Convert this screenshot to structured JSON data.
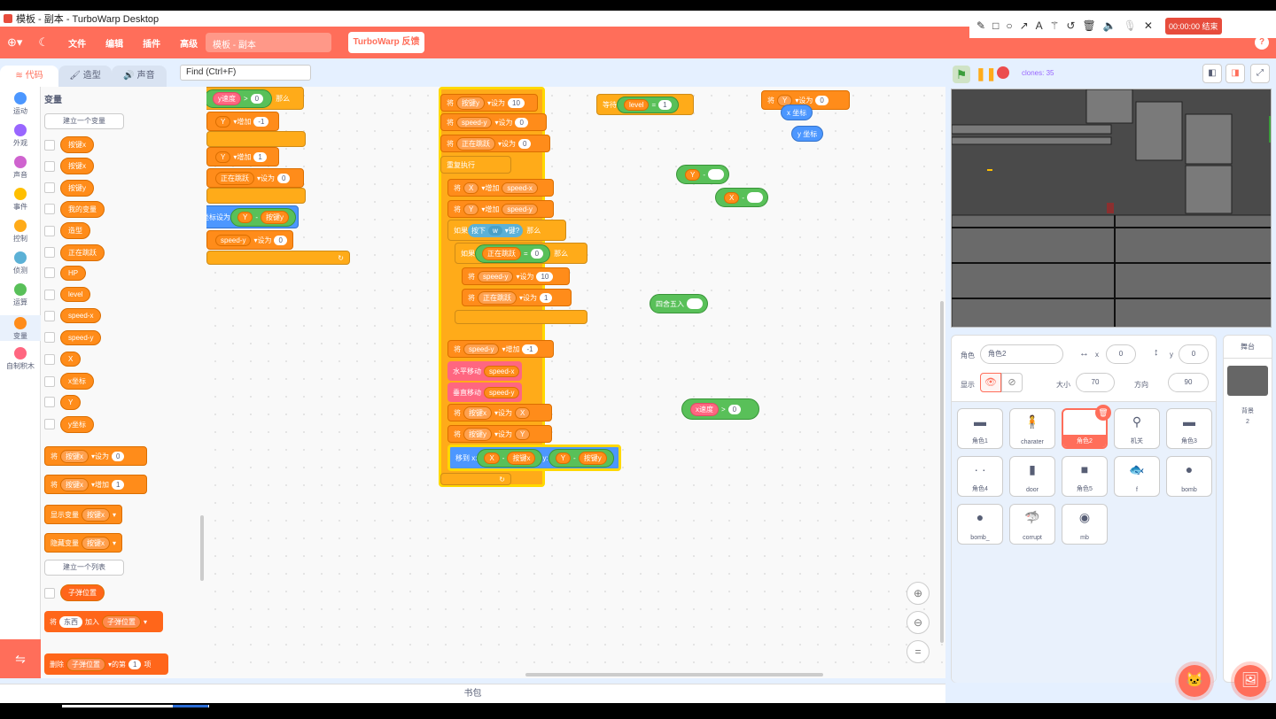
{
  "window": {
    "title": "模板 - 副本 - TurboWarp Desktop"
  },
  "menu": {
    "file": "文件",
    "edit": "编辑",
    "addons": "插件",
    "advanced": "高级",
    "project_title": "模板 - 副本",
    "feedback": "TurboWarp 反馈"
  },
  "recorder": {
    "timer": "00:00:00 结束"
  },
  "tabs": {
    "code": "代码",
    "costumes": "造型",
    "sounds": "声音"
  },
  "find": {
    "placeholder": "Find (Ctrl+F)"
  },
  "categories": [
    {
      "label": "运动",
      "color": "#4c97ff"
    },
    {
      "label": "外观",
      "color": "#9966ff"
    },
    {
      "label": "声音",
      "color": "#cf63cf"
    },
    {
      "label": "事件",
      "color": "#ffbf00"
    },
    {
      "label": "控制",
      "color": "#ffab19"
    },
    {
      "label": "侦测",
      "color": "#5cb1d6"
    },
    {
      "label": "运算",
      "color": "#59c059"
    },
    {
      "label": "变量",
      "color": "#ff8c1a"
    },
    {
      "label": "自制积木",
      "color": "#ff6680"
    }
  ],
  "palette": {
    "title": "变量",
    "make_var": "建立一个变量",
    "make_list": "建立一个列表",
    "vars": [
      "按键x",
      "按键x",
      "按键y",
      "我的变量",
      "造型",
      "正在跳跃",
      "HP",
      "level",
      "speed-x",
      "speed-y",
      "X",
      "x坐标",
      "Y",
      "y坐标"
    ],
    "set_block": {
      "prefix": "将",
      "var": "按键x",
      "mid": "设为",
      "val": "0"
    },
    "change_block": {
      "prefix": "将",
      "var": "按键x",
      "mid": "增加",
      "val": "1"
    },
    "show_block": {
      "label": "显示变量",
      "var": "按键x"
    },
    "hide_block": {
      "label": "隐藏变量",
      "var": "按键x"
    },
    "list": "子弹位置",
    "add_block": {
      "prefix": "将",
      "item": "东西",
      "mid": "加入",
      "list": "子弹位置"
    },
    "delete_block": {
      "prefix": "删除",
      "list": "子弹位置",
      "mid": "的第",
      "val": "1",
      "suffix": "项"
    }
  },
  "scripts": {
    "s1": {
      "cond_var": "y速度",
      "op": ">",
      "val": "0",
      "then": "那么",
      "l1": {
        "var": "Y",
        "op": "增加",
        "val": "-1"
      },
      "l2": {
        "var": "Y",
        "op": "增加",
        "val": "1"
      },
      "l3": {
        "prefix": "将",
        "var": "正在跳跃",
        "op": "设为",
        "val": "0"
      },
      "l4": {
        "prefix": "将y坐标设为",
        "a": "Y",
        "b": "按键y"
      },
      "l5": {
        "prefix": "将",
        "var": "speed-y",
        "op": "设为",
        "val": "0"
      }
    },
    "s2": {
      "l1": {
        "p": "将",
        "v": "按键y",
        "o": "设为",
        "n": "10"
      },
      "l2": {
        "p": "将",
        "v": "speed-y",
        "o": "设为",
        "n": "0"
      },
      "l3": {
        "p": "将",
        "v": "正在跳跃",
        "o": "设为",
        "n": "0"
      },
      "forever": "重复执行",
      "f1": {
        "p": "将",
        "v": "X",
        "o": "增加",
        "n": "speed-x"
      },
      "f2": {
        "p": "将",
        "v": "Y",
        "o": "增加",
        "n": "speed-y"
      },
      "if1": {
        "p": "如果",
        "k": "按下",
        "key": "w",
        "s": "键?",
        "t": "那么"
      },
      "if2": {
        "p": "如果",
        "v": "正在跳跃",
        "eq": "=",
        "n": "0",
        "t": "那么"
      },
      "i1": {
        "p": "将",
        "v": "speed-y",
        "o": "设为",
        "n": "10"
      },
      "i2": {
        "p": "将",
        "v": "正在跳跃",
        "o": "设为",
        "n": "1"
      },
      "f3": {
        "p": "将",
        "v": "speed-y",
        "o": "增加",
        "n": "-1"
      },
      "c1": {
        "p": "水平移动",
        "v": "speed-x"
      },
      "c2": {
        "p": "垂直移动",
        "v": "speed-y"
      },
      "f4": {
        "p": "将",
        "v": "按键x",
        "o": "设为",
        "n": "X"
      },
      "f5": {
        "p": "将",
        "v": "按键y",
        "o": "设为",
        "n": "Y"
      },
      "goto": {
        "p": "移到 x:",
        "a": "X",
        "b": "按键x",
        "y": "y:",
        "c": "Y",
        "d": "按键y"
      }
    },
    "wait": {
      "p": "等待",
      "v": "level",
      "eq": "=",
      "n": "1"
    },
    "sety": {
      "p": "将",
      "v": "Y",
      "o": "设为",
      "n": "0",
      "r1": "x 坐标",
      "r2": "y 坐标"
    },
    "loose1": {
      "v": "Y"
    },
    "loose2": {
      "v": "X"
    },
    "round": "四舍五入",
    "cmp": {
      "v": "x速度",
      "op": ">",
      "n": "0"
    }
  },
  "backpack": "书包",
  "stage": {
    "clones": "clones: 35"
  },
  "sprite_info": {
    "sprite_label": "角色",
    "sprite_name": "角色2",
    "x_label": "x",
    "x": "0",
    "y_label": "y",
    "y": "0",
    "show_label": "显示",
    "size_label": "大小",
    "size": "70",
    "dir_label": "方向",
    "dir": "90"
  },
  "sprites": [
    "角色1",
    "charater",
    "角色2",
    "机关",
    "角色3",
    "角色4",
    "door",
    "角色5",
    "f",
    "bomb",
    "bomb_",
    "corrupt",
    "mb"
  ],
  "stage_panel": {
    "title": "舞台",
    "bg_label": "背景",
    "bg_count": "2"
  }
}
